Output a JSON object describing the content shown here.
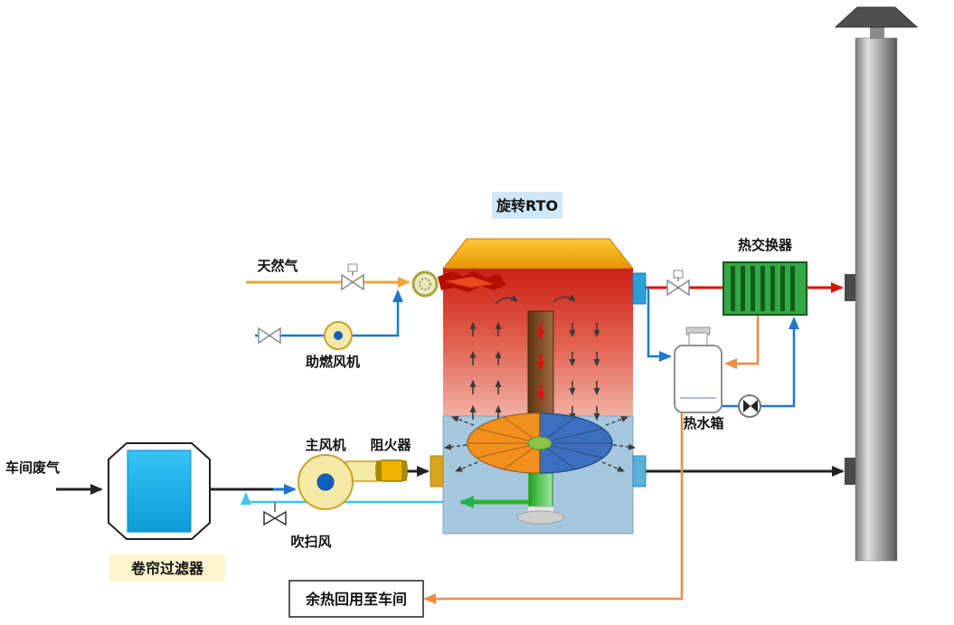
{
  "diagram": {
    "type": "process-flow-diagram",
    "labels": {
      "rto": "旋转RTO",
      "natural_gas": "天然气",
      "combustion_fan": "助燃风机",
      "workshop_exhaust": "车间废气",
      "curtain_filter": "卷帘过滤器",
      "main_fan": "主风机",
      "flame_arrester": "阻火器",
      "purge_air": "吹扫风",
      "heat_exchanger": "热交换器",
      "hot_water_tank": "热水箱",
      "waste_heat_reuse": "余热回用至车间"
    },
    "colors": {
      "gas_line": "#F2A33C",
      "combustion_air_line": "#1E78C8",
      "purge_line": "#3CC7E8",
      "hot_flue_line": "#DD1100",
      "hot_water_line": "#F08A45",
      "exhaust_line": "#222222",
      "heat_exchanger_green": "#2E9B3E",
      "filter_blue": "#1AB4EF",
      "rto_label_bg": "#CFE8F7"
    }
  }
}
